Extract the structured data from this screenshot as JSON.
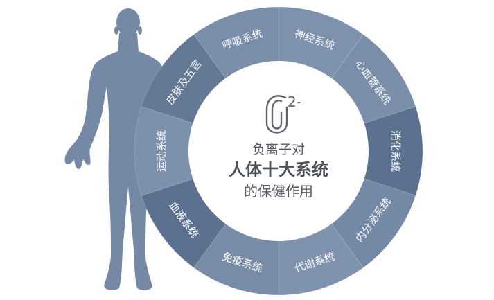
{
  "diagram": {
    "center": {
      "symbol": "O",
      "superscript": "2-",
      "line1": "负离子对",
      "line2": "人体十大系统",
      "line3": "的保健作用"
    },
    "ring": {
      "segments": [
        {
          "label": "神经系统",
          "color": "#7f92ad"
        },
        {
          "label": "心血管系统",
          "color": "#7a8ea9"
        },
        {
          "label": "消化系统",
          "color": "#5c7190"
        },
        {
          "label": "内分泌系统",
          "color": "#7489a5"
        },
        {
          "label": "代谢系统",
          "color": "#8093ae"
        },
        {
          "label": "免疫系统",
          "color": "#788ca8"
        },
        {
          "label": "血液系统",
          "color": "#5c7190"
        },
        {
          "label": "运动系统",
          "color": "#7e91ac"
        },
        {
          "label": "皮肤及五官",
          "color": "#647995"
        },
        {
          "label": "呼吸系统",
          "color": "#7a8eaa"
        }
      ]
    },
    "colors": {
      "figure": "#7589a6",
      "center_text": "#555b63",
      "inner_circle": "#ffffff"
    }
  }
}
